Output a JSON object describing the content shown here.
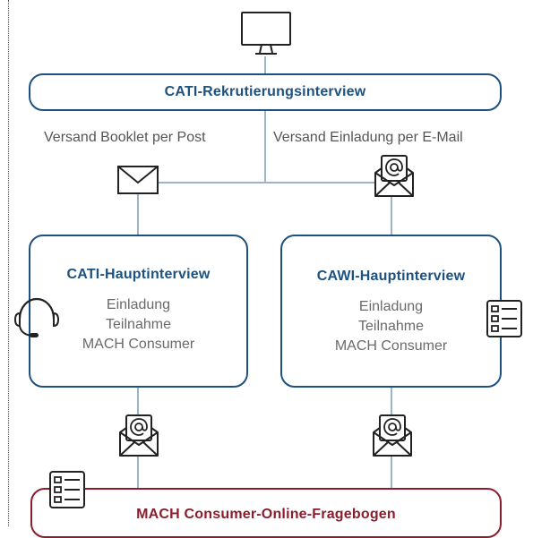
{
  "top_box": {
    "title": "CATI-Rekrutierungsinterview"
  },
  "channels": {
    "post": "Versand Booklet per Post",
    "email": "Versand Einladung per E-Mail"
  },
  "cati_box": {
    "title": "CATI-Hauptinterview",
    "lines": [
      "Einladung",
      "Teilnahme",
      "MACH Consumer"
    ]
  },
  "cawi_box": {
    "title": "CAWI-Hauptinterview",
    "lines": [
      "Einladung",
      "Teilnahme",
      "MACH Consumer"
    ]
  },
  "bottom_box": {
    "title": "MACH Consumer-Online-Fragebogen"
  },
  "icons": [
    "monitor-icon",
    "envelope-icon",
    "email-at-icon",
    "headset-icon",
    "form-list-icon"
  ],
  "colors": {
    "blue": "#1d5180",
    "red": "#8b1d2c",
    "connector": "#9db3c8"
  }
}
